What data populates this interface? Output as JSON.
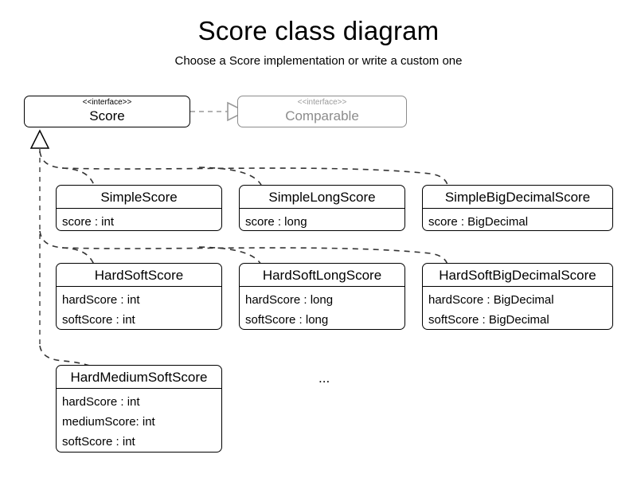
{
  "diagram": {
    "title": "Score class diagram",
    "subtitle": "Choose a Score implementation or write a custom one",
    "ellipsis": "...",
    "colors": {
      "line": "#000000",
      "muted": "#8c8c8c",
      "connector": "#555555",
      "background": "#ffffff"
    }
  },
  "interfaces": {
    "score": {
      "stereotype": "<<interface>>",
      "name": "Score"
    },
    "comparable": {
      "stereotype": "<<interface>>",
      "name": "Comparable"
    }
  },
  "classes": [
    {
      "id": "simple-score",
      "name": "SimpleScore",
      "attributes": [
        "score : int"
      ]
    },
    {
      "id": "simple-long-score",
      "name": "SimpleLongScore",
      "attributes": [
        "score : long"
      ]
    },
    {
      "id": "simple-big-decimal-score",
      "name": "SimpleBigDecimalScore",
      "attributes": [
        "score : BigDecimal"
      ]
    },
    {
      "id": "hard-soft-score",
      "name": "HardSoftScore",
      "attributes": [
        "hardScore : int",
        "softScore : int"
      ]
    },
    {
      "id": "hard-soft-long-score",
      "name": "HardSoftLongScore",
      "attributes": [
        "hardScore : long",
        "softScore : long"
      ]
    },
    {
      "id": "hard-soft-big-decimal-score",
      "name": "HardSoftBigDecimalScore",
      "attributes": [
        "hardScore : BigDecimal",
        "softScore : BigDecimal"
      ]
    },
    {
      "id": "hard-medium-soft-score",
      "name": "HardMediumSoftScore",
      "attributes": [
        "hardScore : int",
        "mediumScore: int",
        "softScore : int"
      ]
    }
  ],
  "relationships": [
    {
      "from": "Score",
      "to": "Comparable",
      "type": "realization"
    },
    {
      "from": "SimpleScore",
      "to": "Score",
      "type": "realization"
    },
    {
      "from": "SimpleLongScore",
      "to": "Score",
      "type": "realization"
    },
    {
      "from": "SimpleBigDecimalScore",
      "to": "Score",
      "type": "realization"
    },
    {
      "from": "HardSoftScore",
      "to": "Score",
      "type": "realization"
    },
    {
      "from": "HardSoftLongScore",
      "to": "Score",
      "type": "realization"
    },
    {
      "from": "HardSoftBigDecimalScore",
      "to": "Score",
      "type": "realization"
    },
    {
      "from": "HardMediumSoftScore",
      "to": "Score",
      "type": "realization"
    }
  ]
}
